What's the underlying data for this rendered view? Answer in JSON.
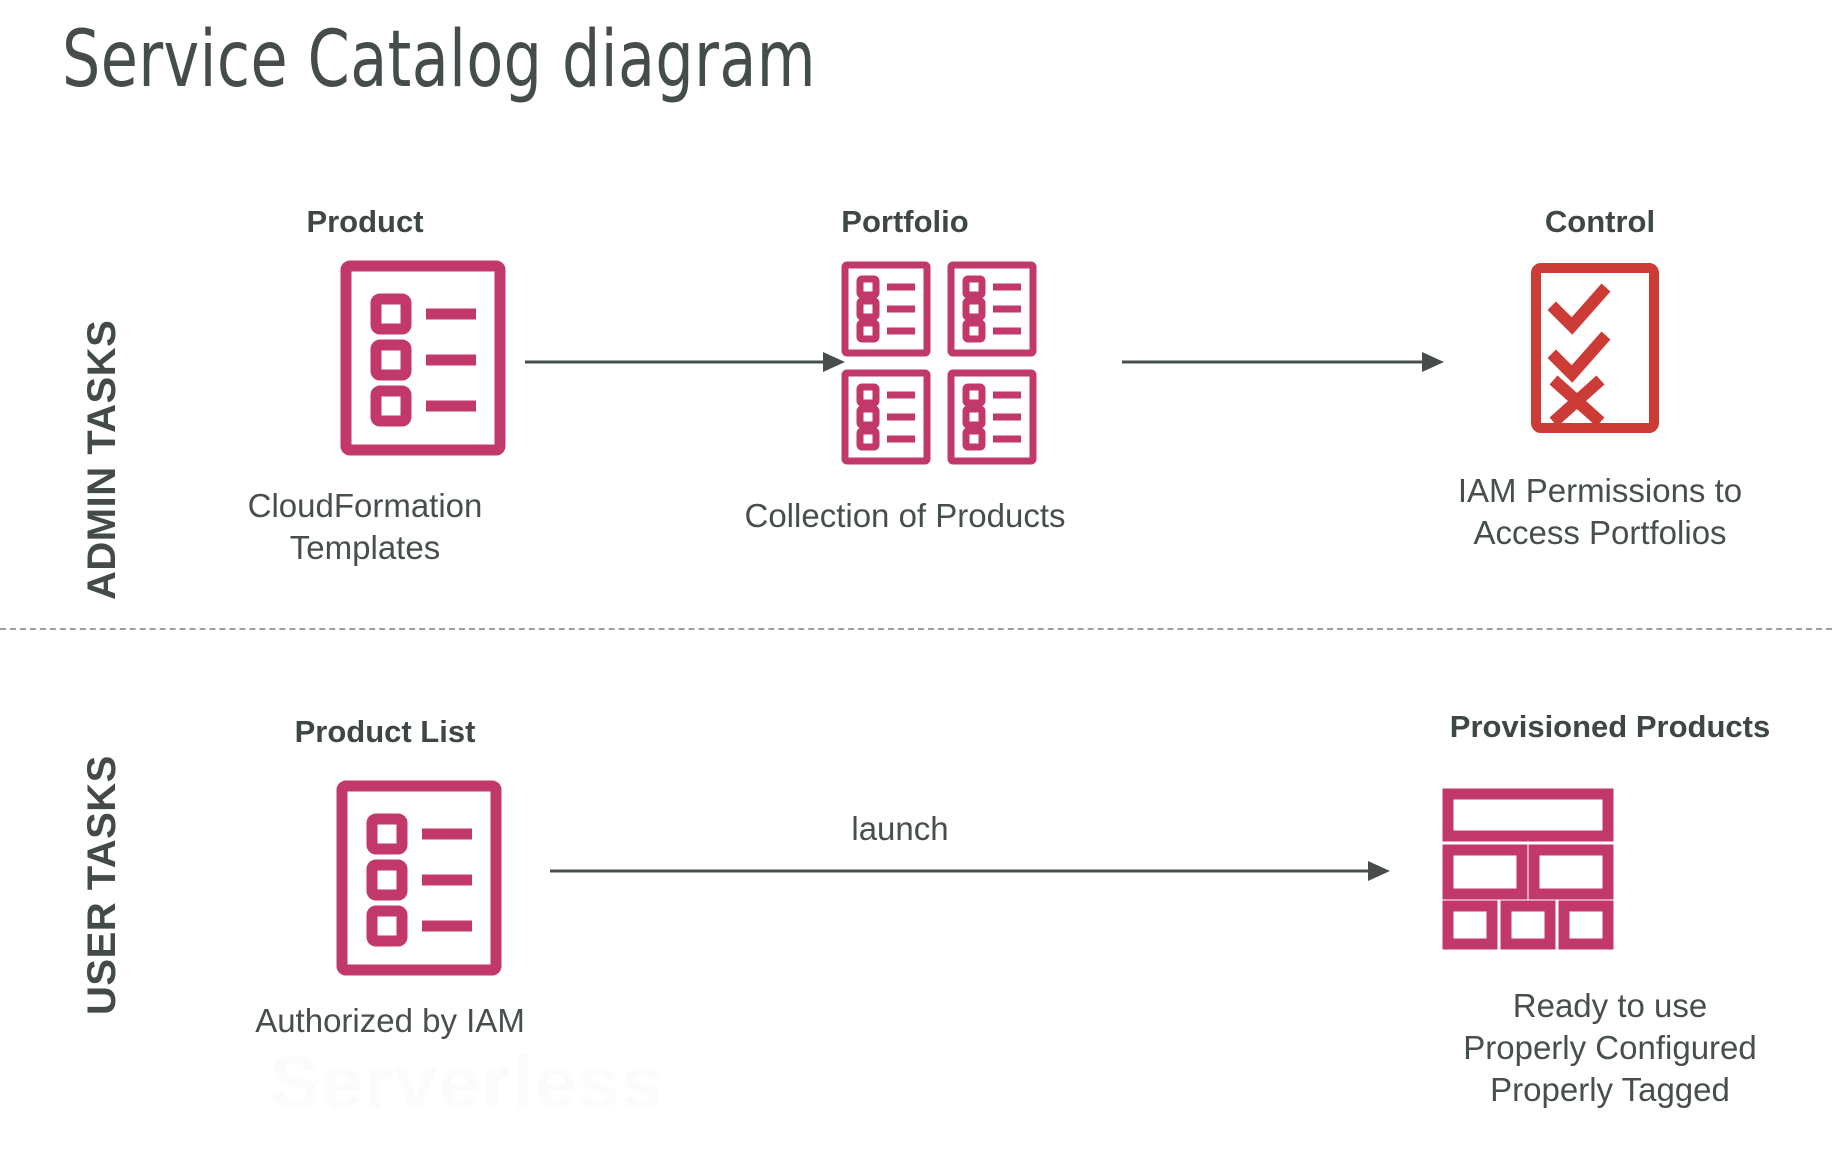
{
  "page": {
    "title": "Service Catalog diagram",
    "background": "#ffffff",
    "watermark": "Serverless"
  },
  "colors": {
    "crimson": "#c2386a",
    "red": "#cc3b36",
    "text_dark": "#454c4c",
    "text_body": "#474e4e",
    "arrow": "#474d4d",
    "divider": "#9aa0a0"
  },
  "bands": [
    {
      "id": "admin",
      "label": "ADMIN TASKS",
      "nodes": [
        {
          "id": "product",
          "header": "Product",
          "caption_lines": [
            "CloudFormation",
            "Templates"
          ],
          "icon": "product-list-document-icon",
          "icon_color": "#c2386a"
        },
        {
          "id": "portfolio",
          "header": "Portfolio",
          "caption_lines": [
            "Collection of Products"
          ],
          "icon": "portfolio-grid-icon",
          "icon_color": "#c2386a"
        },
        {
          "id": "control",
          "header": "Control",
          "caption_lines": [
            "IAM Permissions to",
            "Access Portfolios"
          ],
          "icon": "control-checklist-icon",
          "icon_color": "#cc3b36"
        }
      ],
      "arrows": [
        {
          "id": "product-to-portfolio",
          "label": ""
        },
        {
          "id": "portfolio-to-control",
          "label": ""
        }
      ]
    },
    {
      "id": "user",
      "label": "USER TASKS",
      "nodes": [
        {
          "id": "product-list",
          "header": "Product List",
          "caption_lines": [
            "Authorized by IAM"
          ],
          "icon": "product-list-document-icon",
          "icon_color": "#c2386a"
        },
        {
          "id": "provisioned-products",
          "header": "Provisioned Products",
          "caption_lines": [
            "Ready to use",
            "Properly Configured",
            "Properly Tagged"
          ],
          "icon": "provisioned-blocks-icon",
          "icon_color": "#c2386a"
        }
      ],
      "arrows": [
        {
          "id": "launch-arrow",
          "label": "launch"
        }
      ]
    }
  ]
}
